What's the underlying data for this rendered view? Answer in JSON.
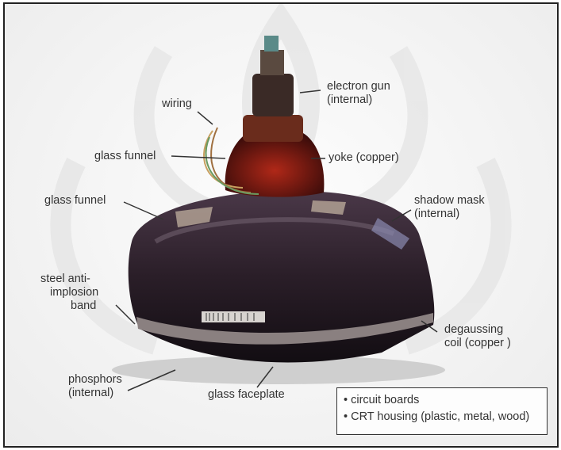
{
  "labels": {
    "electron_gun_1": "electron gun",
    "electron_gun_2": "(internal)",
    "wiring": "wiring",
    "glass_funnel_top": "glass funnel",
    "yoke": "yoke (copper)",
    "glass_funnel_left": "glass funnel",
    "shadow_mask_1": "shadow mask",
    "shadow_mask_2": "(internal)",
    "steel_1": "steel anti-",
    "steel_2": "implosion",
    "steel_3": "band",
    "degaussing_1": "degaussing",
    "degaussing_2": "coil (copper )",
    "phosphors_1": "phosphors",
    "phosphors_2": "(internal)",
    "glass_faceplate": "glass faceplate"
  },
  "legend": {
    "item1": "• circuit boards",
    "item2": "• CRT housing (plastic, metal, wood)"
  }
}
